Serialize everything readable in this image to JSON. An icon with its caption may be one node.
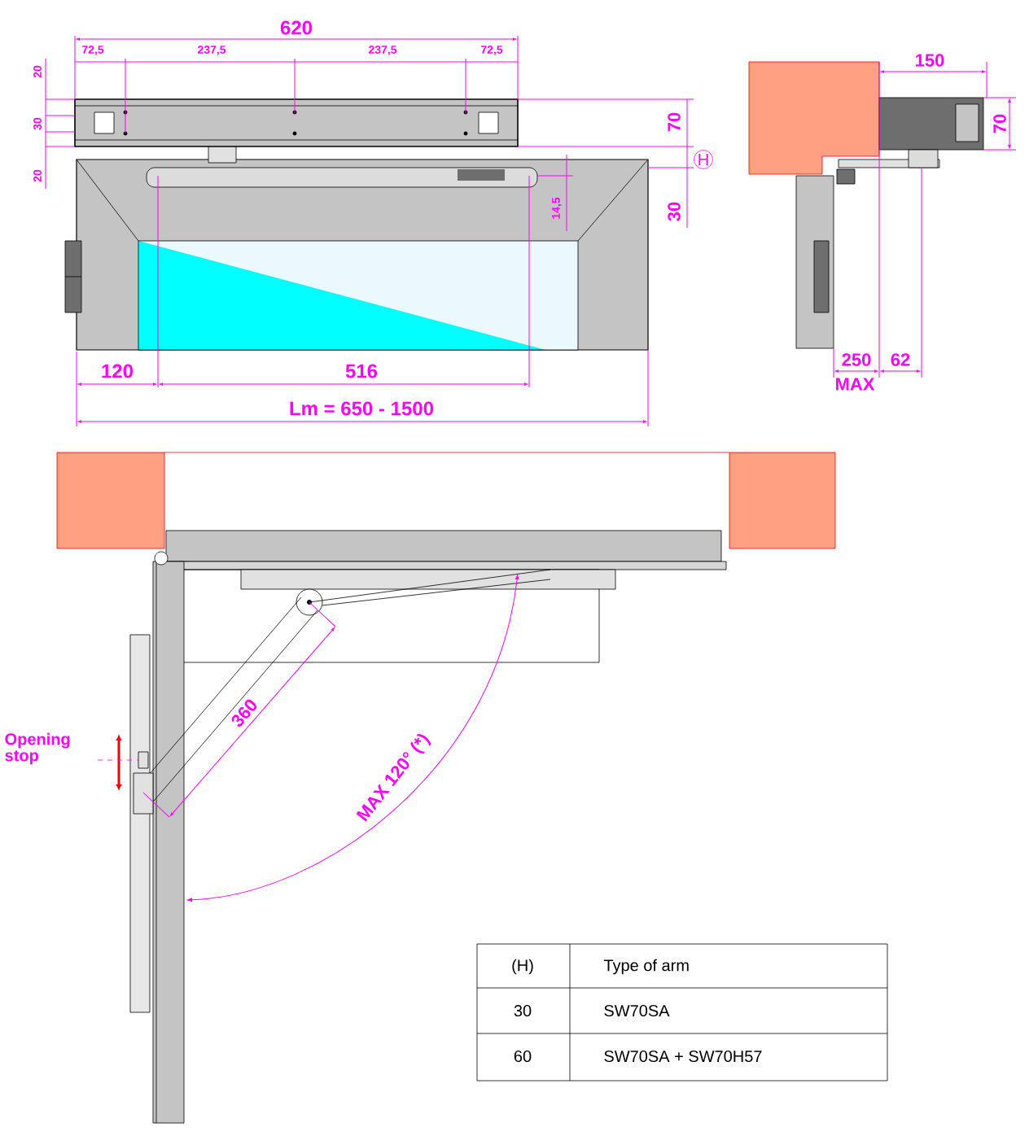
{
  "diagram": {
    "nodes": [
      {
        "text": [
          "Opening stop"
        ]
      },
      {
        "text": [],
        "shape": "box"
      }
    ],
    "edges": [
      {
        "from": 0,
        "to": 1,
        "arrow": "none",
        "style": "dashed"
      }
    ],
    "labels": [
      "620",
      "72,5",
      "237,5",
      "237,5",
      "72,5",
      "20",
      "30",
      "20",
      "70",
      "H",
      "14,5",
      "30",
      "120",
      "516",
      "Lm = 650 - 1500",
      "150",
      "70",
      "250",
      "62",
      "MAX",
      "360",
      "MAX 120° (*)",
      "(H)",
      "Type of arm",
      "30",
      "SW70SA",
      "60",
      "SW70SA + SW70H57"
    ]
  }
}
